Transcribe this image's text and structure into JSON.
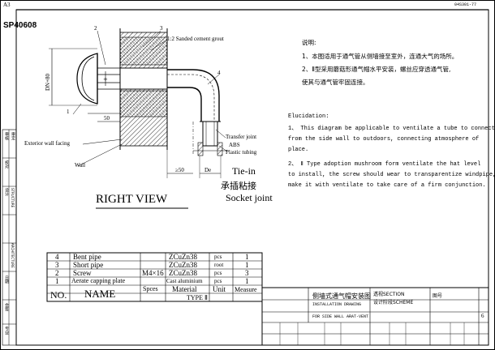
{
  "sheet": {
    "size": "A3",
    "code": "04S301-77",
    "number": "SP40608"
  },
  "labels": {
    "callout_1": "1",
    "callout_2": "2",
    "callout_3": "3",
    "callout_4": "4",
    "grout": "1:2 Sanded cement grout",
    "dim_dn": "DN+80",
    "dim_50": "50",
    "dim_ge50": "≥50",
    "dim_de": "De",
    "ext_wall": "Exterior wall facing",
    "wall": "Wall",
    "transfer": "Transfer joint",
    "abs": "ABS",
    "plastic": "Plastic tubing",
    "tiein": "Tie-in",
    "tiein_cn": "承插粘接",
    "socket": "Socket joint",
    "view": "RIGHT VIEW"
  },
  "notes_cn": {
    "title": "说明:",
    "line1": "1、本图适用于通气管从侧墙接至室外，连通大气的场所。",
    "line2": "2、Ⅱ型采用蘑菇形通气帽水平安装，螺丝应穿透通气管,",
    "line3": "使其与通气管牢固连接。"
  },
  "notes_en": {
    "title": "Elucidation:",
    "l1": "1、 This diagram be applicable to ventilate a tube to connect",
    "l2": "from the side wall to outdoors, connecting atmosphere of",
    "l3": "place.",
    "l4": "2、 Ⅱ Type adoption mushroom form ventilate the hat level",
    "l5": "to install, the screw should wear to transparentize windpipe,",
    "l6": "make it with ventilate to take care of a firm conjunction."
  },
  "bom": {
    "rows": [
      {
        "no": "4",
        "name": "Bent pipe",
        "spec": "",
        "material": "ZCuZn38",
        "unit": "pcs",
        "qty": "1"
      },
      {
        "no": "3",
        "name": "Short pipe",
        "spec": "",
        "material": "ZCuZn38",
        "unit": "root",
        "qty": "1"
      },
      {
        "no": "2",
        "name": "Screw",
        "spec": "M4×16",
        "material": "ZCuZn38",
        "unit": "pcs",
        "qty": "3"
      },
      {
        "no": "1",
        "name": "Aerate capping plate",
        "spec": "",
        "material": "Cast aluminium",
        "unit": "pcs",
        "qty": "1"
      }
    ],
    "header": {
      "no": "NO.",
      "name": "NAME",
      "spec": "Spces",
      "material": "Material",
      "unit": "Unit",
      "qty": "Measure"
    },
    "type": "TYPE Ⅱ"
  },
  "title_block": {
    "cn_title": "侧墙式通气帽安装图",
    "sec_cn": "透视SECTION",
    "en_line1": "INSTALLATION DRAWING",
    "en_line2": "FOR SIDE WALL ARAT-VENT",
    "design": "设计阶段SCHEME",
    "sheet_label": "图号",
    "page_no": "6"
  },
  "side_strip": [
    "专业",
    "会签",
    "日期",
    "ARCHITECTURE",
    "STRUCTURE",
    "设计",
    "校对",
    "审核",
    "审定"
  ]
}
